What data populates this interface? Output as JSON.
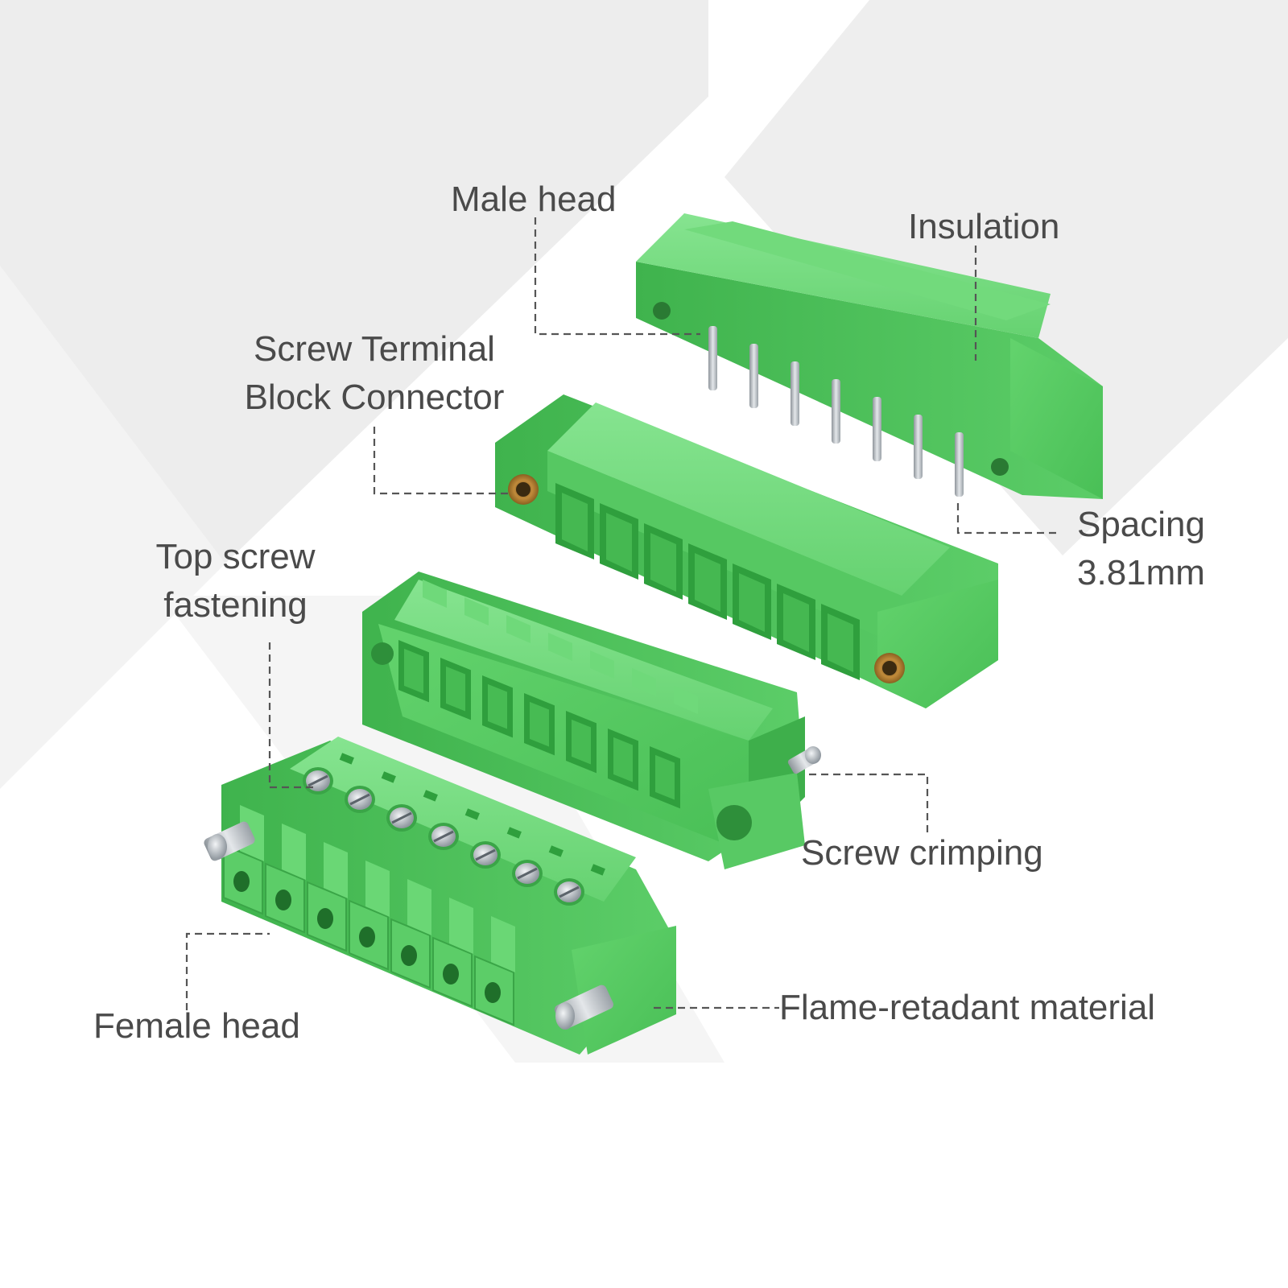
{
  "labels": {
    "male_head": "Male head",
    "insulation": "Insulation",
    "screw_terminal_line1": "Screw Terminal",
    "screw_terminal_line2": "Block Connector",
    "spacing_line1": "Spacing",
    "spacing_line2": "3.81mm",
    "top_screw_line1": "Top screw",
    "top_screw_line2": "fastening",
    "screw_crimping": "Screw crimping",
    "female_head": "Female head",
    "flame_retardant": "Flame-retadant material"
  },
  "colors": {
    "green_face": "#5fd169",
    "green_top": "#7fe08a",
    "green_shadow": "#2f9f3d",
    "metal": "#b8bdc2",
    "brass": "#c08a3a",
    "text": "#4a4a4a",
    "background": "#ffffff"
  },
  "connector": {
    "pin_count": 7
  }
}
